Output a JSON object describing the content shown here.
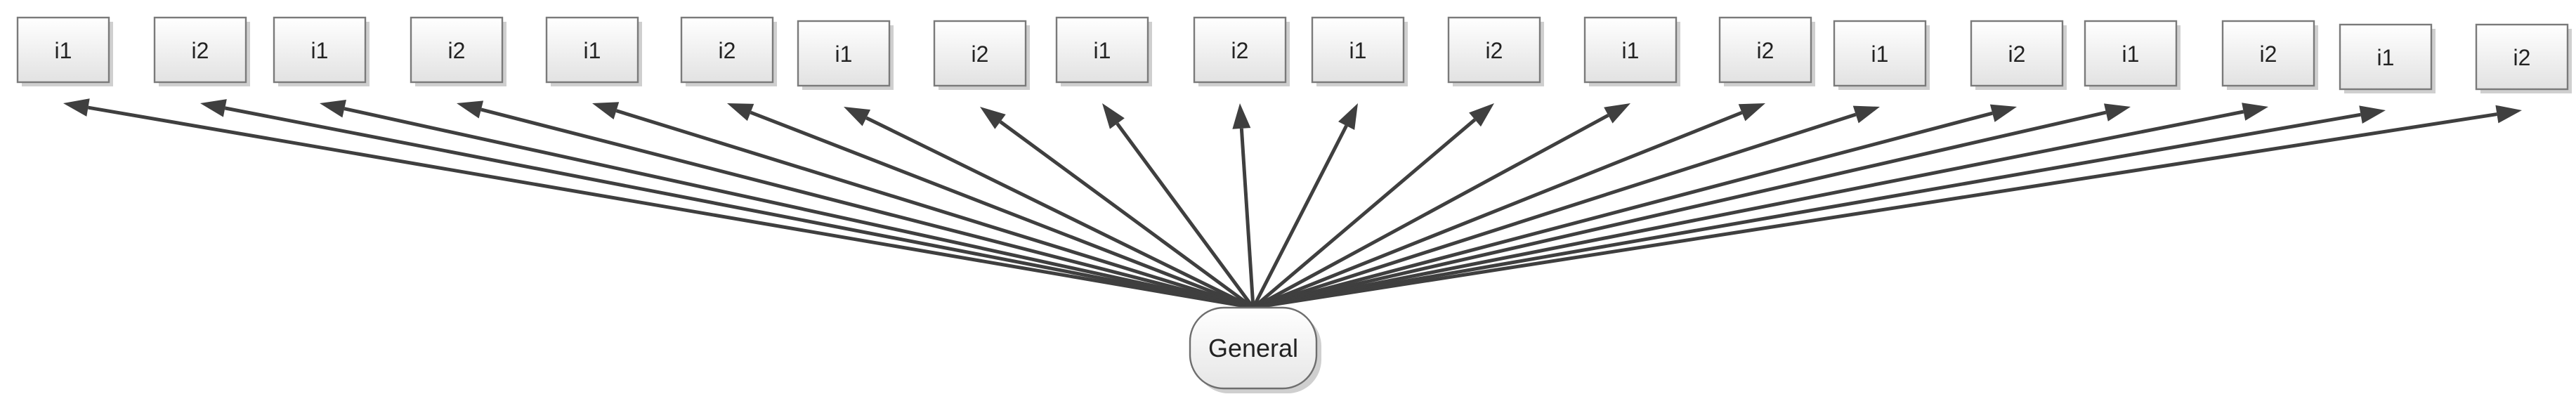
{
  "diagram": {
    "hub": {
      "label": "General"
    },
    "nodes": [
      {
        "label": "i1"
      },
      {
        "label": "i2"
      },
      {
        "label": "i1"
      },
      {
        "label": "i2"
      },
      {
        "label": "i1"
      },
      {
        "label": "i2"
      },
      {
        "label": "i1"
      },
      {
        "label": "i2"
      },
      {
        "label": "i1"
      },
      {
        "label": "i2"
      },
      {
        "label": "i1"
      },
      {
        "label": "i2"
      },
      {
        "label": "i1"
      },
      {
        "label": "i2"
      },
      {
        "label": "i1"
      },
      {
        "label": "i2"
      },
      {
        "label": "i1"
      },
      {
        "label": "i2"
      },
      {
        "label": "i1"
      },
      {
        "label": "i2"
      }
    ],
    "colors": {
      "box_fill_top": "#ffffff",
      "box_fill_bottom": "#e2e2e2",
      "edge": "#3f3f3f",
      "text": "#222222"
    }
  }
}
